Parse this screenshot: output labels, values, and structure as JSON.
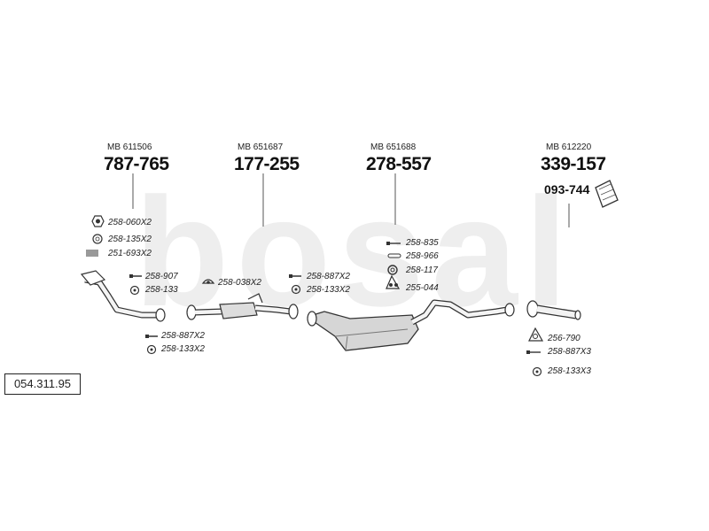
{
  "watermark": "bosal",
  "reference_number": "054.311.95",
  "sections": [
    {
      "mb_code": "MB 611506",
      "part_number": "787-765"
    },
    {
      "mb_code": "MB 651687",
      "part_number": "177-255"
    },
    {
      "mb_code": "MB 651688",
      "part_number": "278-557"
    },
    {
      "mb_code": "MB 612220",
      "part_number": "339-157",
      "extra_part_number": "093-744"
    }
  ],
  "labels": {
    "s1": [
      "258-060X2",
      "258-135X2",
      "251-693X2",
      "258-907",
      "258-133",
      "258-887X2",
      "258-133X2"
    ],
    "s2": [
      "258-038X2",
      "258-887X2",
      "258-133X2"
    ],
    "s3": [
      "258-835",
      "258-966",
      "258-117",
      "255-044"
    ],
    "s4": [
      "256-790",
      "258-887X3",
      "258-133X3"
    ]
  },
  "icons": {
    "nut": "hex-nut-icon",
    "washer": "washer-ring-icon",
    "spring": "spring-icon",
    "bolt": "bolt-icon",
    "clamp": "clamp-icon",
    "hanger": "rubber-hanger-icon",
    "gasket": "gasket-icon",
    "heat_shield": "heat-shield-icon"
  }
}
